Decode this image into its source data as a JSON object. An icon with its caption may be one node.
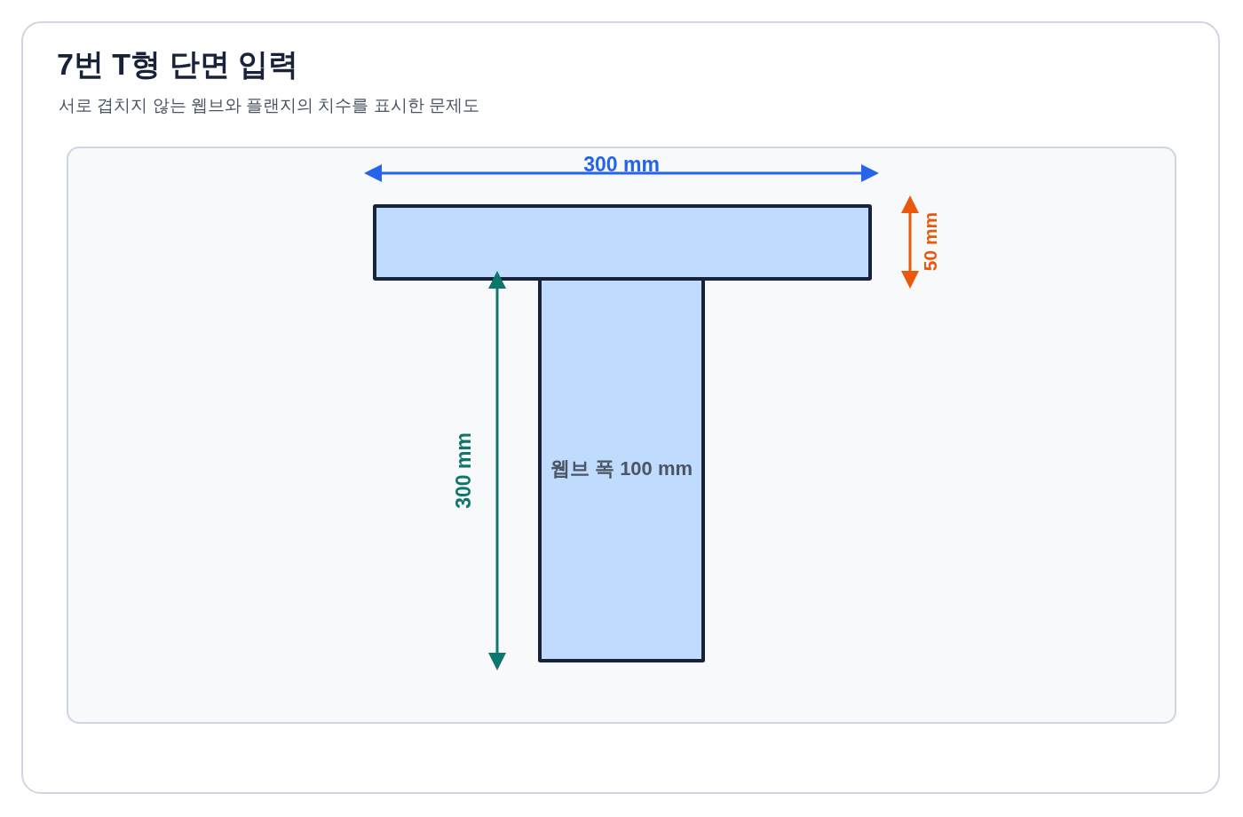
{
  "diagram": {
    "title": "7번 T형 단면 입력",
    "nodes": [
      {
        "text": [],
        "shape": "box"
      },
      {
        "text": [
          "웹브 폭 100 mm"
        ]
      }
    ],
    "edges": [],
    "labels": [
      "서로 겹치지 않는 웹브와 플랜지의 치수를 표시한 문제도",
      "300 mm",
      "50 mm",
      "300 mm"
    ]
  }
}
